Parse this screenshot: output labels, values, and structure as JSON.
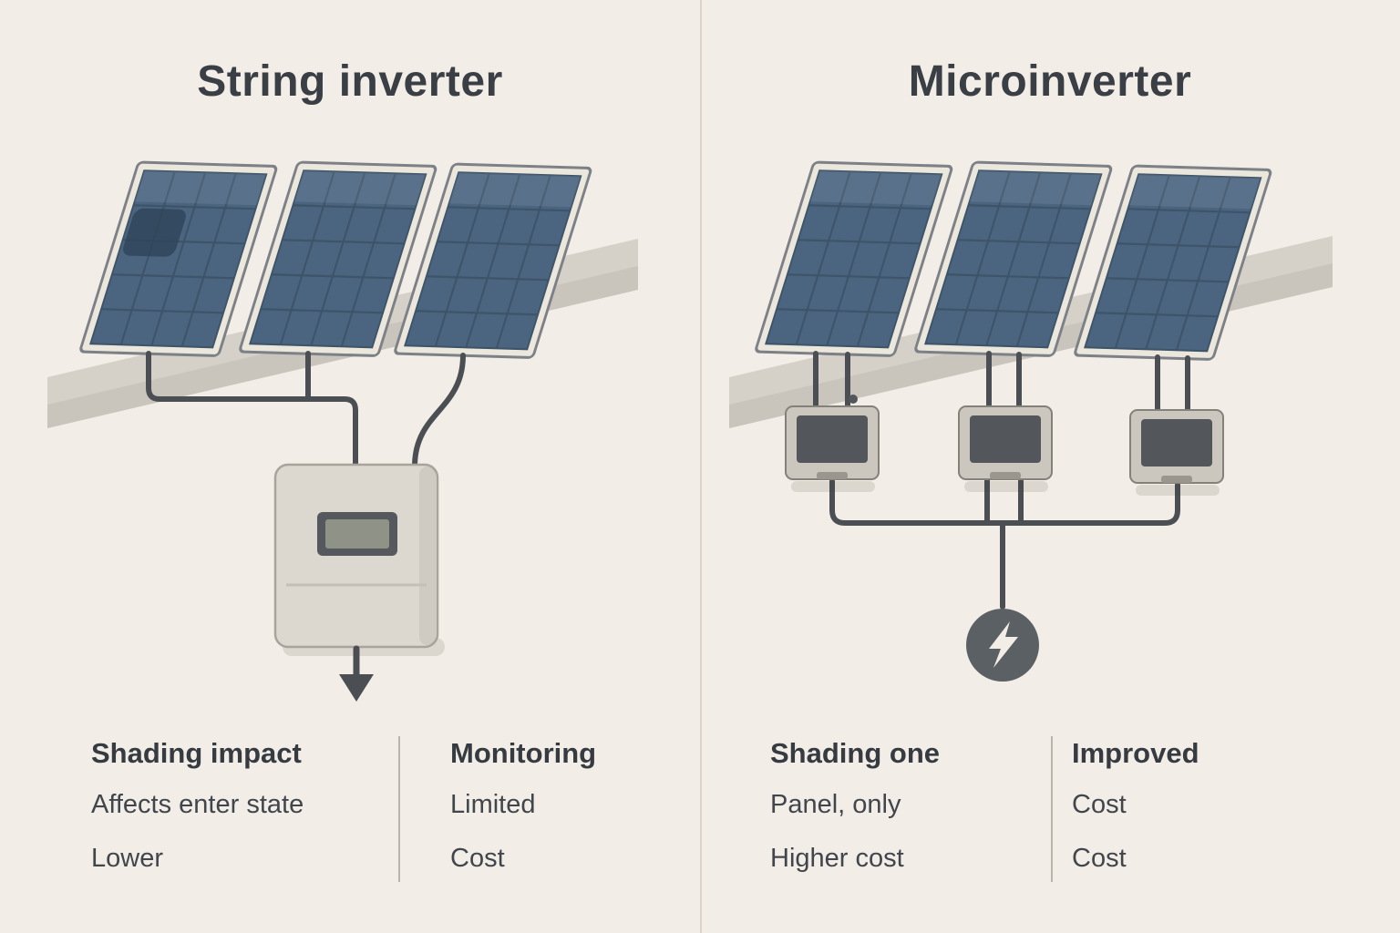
{
  "left": {
    "title": "String inverter",
    "columns": [
      {
        "heading": "Shading impact",
        "lines": [
          "Affects enter state",
          "Lower"
        ]
      },
      {
        "heading": "Monitoring",
        "lines": [
          "Limited",
          "Cost"
        ]
      }
    ]
  },
  "right": {
    "title": "Microinverter",
    "columns": [
      {
        "heading": "Shading one",
        "lines": [
          "Panel, only",
          "Higher cost"
        ]
      },
      {
        "heading": "Improved",
        "lines": [
          "Cost",
          "Cost"
        ]
      }
    ]
  },
  "icons": {
    "lightning": "lightning-bolt-icon",
    "down_arrow": "down-arrow-icon"
  },
  "colors": {
    "background": "#f2ede6",
    "panel_blue": "#4b6580",
    "panel_grid": "#3d5469",
    "panel_frame": "#ece7dc",
    "roof_gray": "#d5d1c9",
    "wire_dark": "#4b4f54",
    "inverter_body": "#dcd8d0",
    "micro_box_dark": "#53575b",
    "accent_circle": "#5b6064",
    "title_text": "#3a3f46",
    "body_text": "#41464d"
  }
}
